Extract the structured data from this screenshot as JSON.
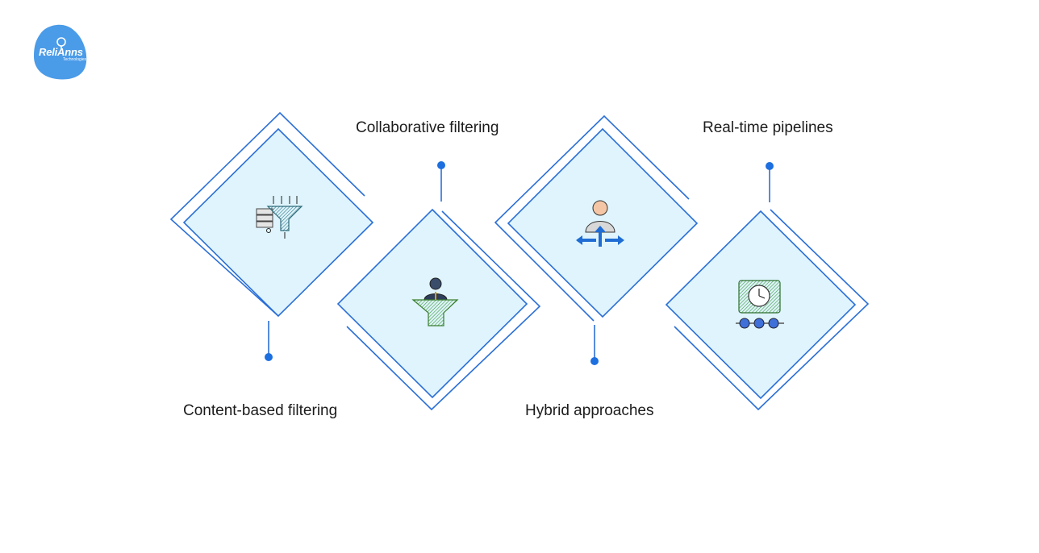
{
  "brand": {
    "name": "ReliAnns",
    "tagline": "Technologies",
    "color": "#4a9be8"
  },
  "colors": {
    "diamond_fill": "#dff4fc",
    "stroke": "#2b6fd6",
    "dot": "#1d6fe0"
  },
  "steps": [
    {
      "label": "Content-based filtering",
      "icon": "data-funnel-icon"
    },
    {
      "label": "Collaborative filtering",
      "icon": "user-funnel-icon"
    },
    {
      "label": "Hybrid approaches",
      "icon": "person-arrows-icon"
    },
    {
      "label": "Real-time pipelines",
      "icon": "clock-pipeline-icon"
    }
  ]
}
